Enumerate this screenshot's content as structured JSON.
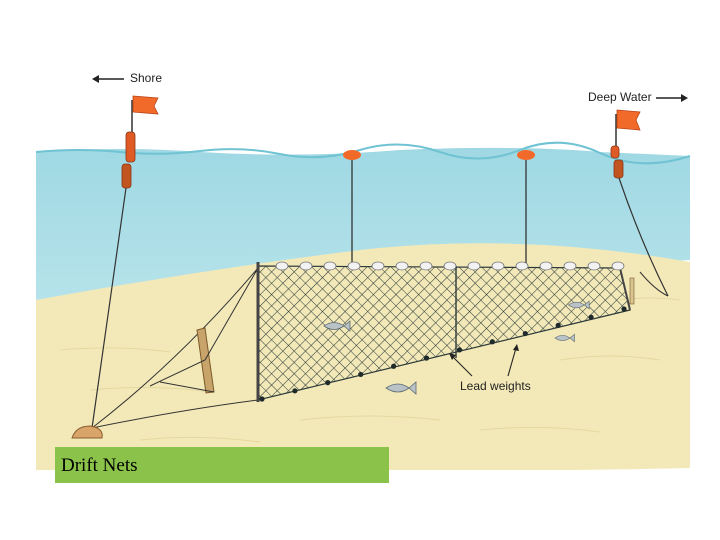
{
  "labels": {
    "shore": "Shore",
    "deep_water": "Deep Water",
    "lead_weights": "Lead weights"
  },
  "caption": "Drift Nets",
  "colors": {
    "water": "#a9dde5",
    "seabed": "#f3e9b8",
    "flag": "#f26a2a",
    "net": "#2d3b3a",
    "float": "#f2f2f2",
    "caption_bg": "#8bc34a",
    "fish": "#b9c3c7"
  }
}
